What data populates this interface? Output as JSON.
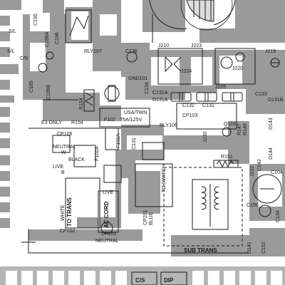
{
  "board": {
    "colors": {
      "copper": "#8e8e8e",
      "trace_light": "#c8c8c8",
      "silk": "#1a1a1a",
      "background": "#ffffff"
    },
    "labels": {
      "s_l_1": "S/L",
      "s_l_2": "S/L",
      "c_9": "C/9",
      "c196": "C196",
      "c195": "C195",
      "c185": "C185",
      "c188a": "C188A",
      "c189b": "C189B",
      "rly107": "RLY107",
      "c136": "C136",
      "gnd101": "GND101",
      "j210": "J210",
      "j223": "J223",
      "j219": "J219",
      "j224": "J224",
      "j220": "J220",
      "j225": "J225",
      "c131a": "C131A",
      "c132": "C132",
      "c131": "C131",
      "c133": "C133",
      "d131a": "D131A",
      "d131b": "D131B",
      "c134": "C134",
      "cp103": "CP103",
      "rly106": "RLY106",
      "r154": "R154",
      "e3_only": "E3 ONLY",
      "r154b": "R154",
      "usa_twn": "USA/TWN",
      "f102": "F102",
      "f102_rating": "T6A/125V",
      "cp105": "CP105",
      "neutral_w": "NEUTRAL",
      "w": "W",
      "black": "BLACK",
      "live_b": "LIVE",
      "b": "B",
      "f102a": "F102A",
      "c131c": "C131",
      "f102b": "F102A",
      "live": "LIVE",
      "to_switch": "TO SWITCH",
      "white": "WHITE",
      "to_trans": "TO TRANS",
      "ac_cord": "AC CORD",
      "cp102": "CP102",
      "cp101": "CP101",
      "neutral": "NEUTRAL",
      "cp201": "CP201",
      "blue": "BLUE",
      "r151": "R151",
      "sub_trans": "SUB TRANS",
      "j230": "J230",
      "r147": "R147",
      "q110": "Q110",
      "r148": "R148",
      "d143": "D143",
      "d144": "D144",
      "j232": "J232",
      "c104": "C104",
      "c142": "C142",
      "c150": "C150",
      "c134b": "C134",
      "d141": "D141",
      "c152": "C152",
      "dip": "DIP",
      "c_s": "C/S"
    }
  }
}
